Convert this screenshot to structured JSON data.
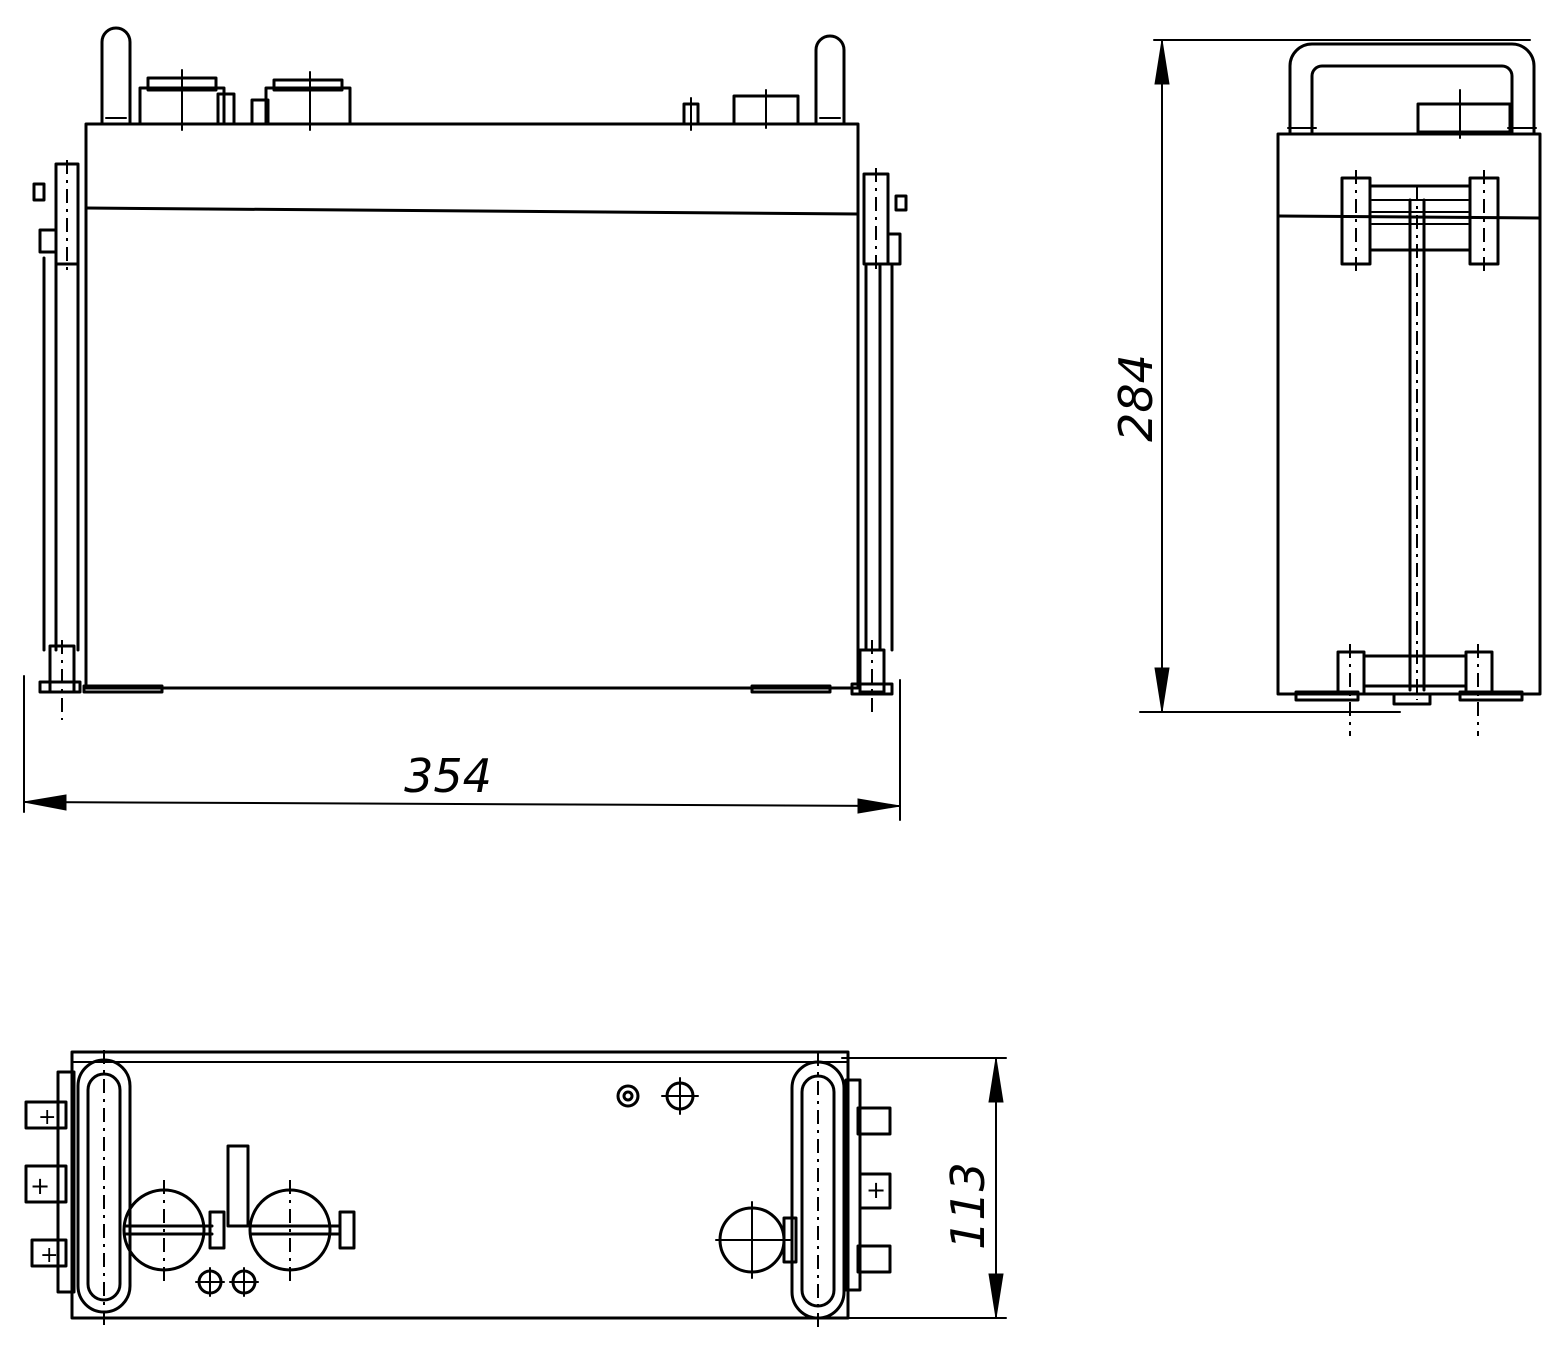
{
  "dimensions": {
    "width": "354",
    "height": "284",
    "depth": "113"
  },
  "colors": {
    "ink": "#000000",
    "paper": "#ffffff"
  }
}
